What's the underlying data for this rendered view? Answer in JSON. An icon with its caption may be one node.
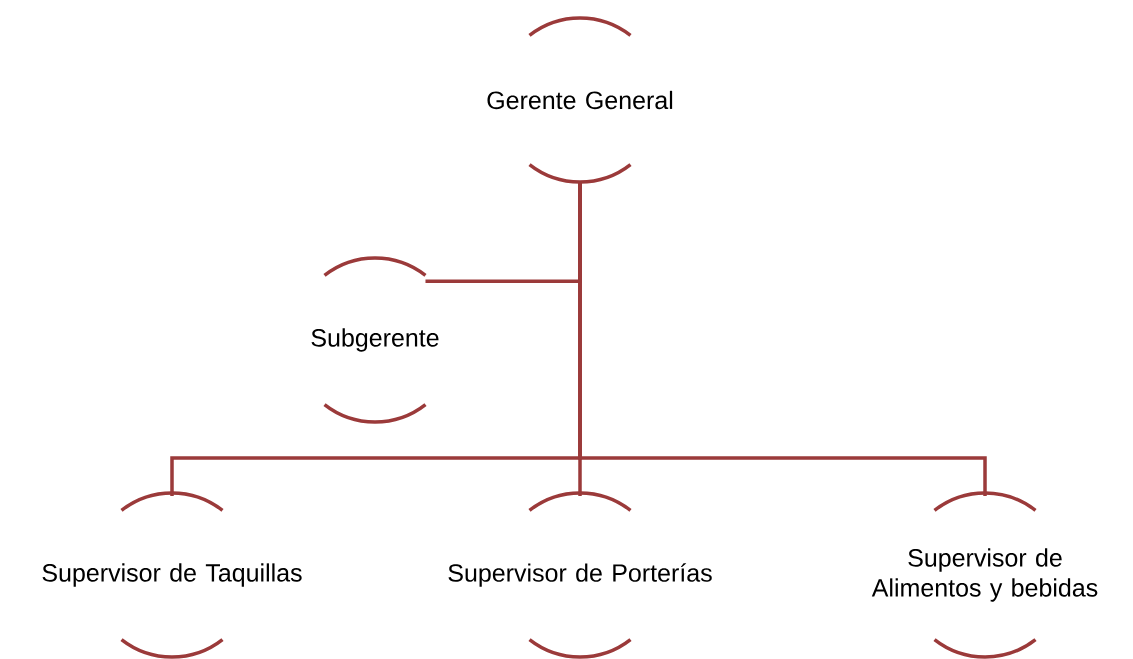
{
  "diagram": {
    "nodes": [
      {
        "text": [
          "Gerente General"
        ]
      },
      {
        "text": [
          "Subgerente"
        ]
      },
      {
        "text": [
          "Supervisor de Taquillas"
        ]
      },
      {
        "text": [
          "Supervisor de Porterías"
        ]
      },
      {
        "text": [
          "Supervisor de Alimentos y bebidas"
        ]
      }
    ],
    "edges": [
      {
        "from": 0,
        "to": 1,
        "arrow": "none"
      },
      {
        "from": 0,
        "to": 2,
        "arrow": "none"
      },
      {
        "from": 0,
        "to": 3,
        "arrow": "none"
      },
      {
        "from": 0,
        "to": 4,
        "arrow": "none"
      }
    ]
  }
}
